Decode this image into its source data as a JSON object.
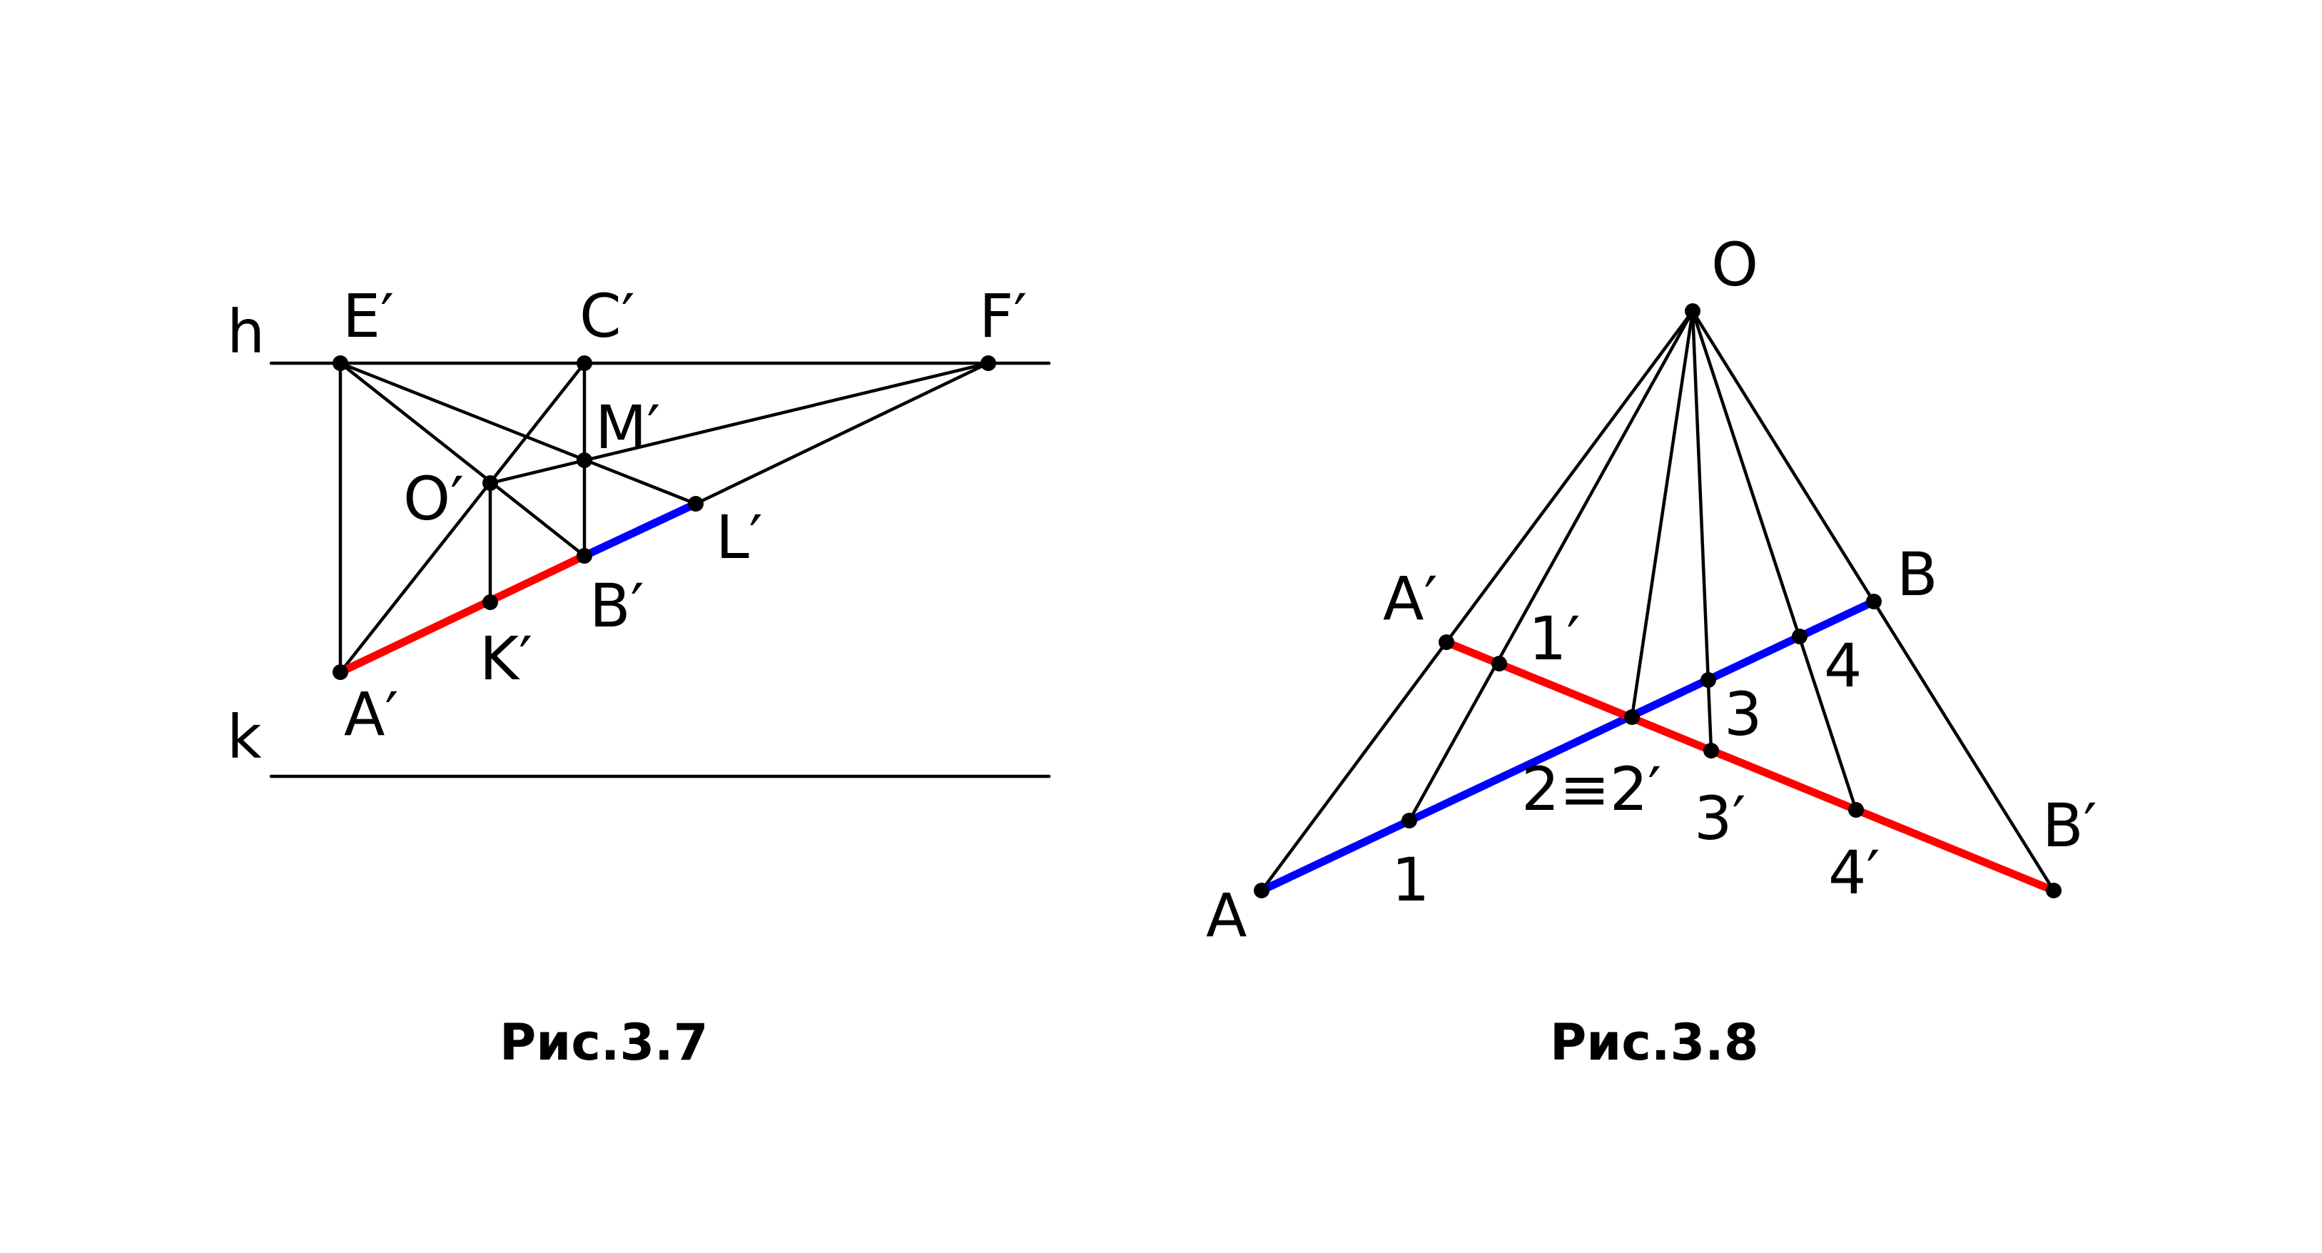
{
  "colors": {
    "red": "#ff0000",
    "blue": "#0000ff",
    "line": "#000000"
  },
  "fig1": {
    "caption": "Рис.3.7",
    "labels": {
      "h": "h",
      "k": "k",
      "E": "E′",
      "C": "C′",
      "F": "F′",
      "M": "M′",
      "O": "O′",
      "L": "L′",
      "B": "B′",
      "K": "K′",
      "A": "A′"
    }
  },
  "fig2": {
    "caption": "Рис.3.8",
    "labels": {
      "O": "O",
      "A1": "A′",
      "p1p": "1′",
      "B": "B",
      "p4": "4",
      "p3": "3",
      "p22": "2≡2′",
      "p3p": "3′",
      "Bp": "B′",
      "p1": "1",
      "p4p": "4′",
      "A": "A"
    }
  }
}
